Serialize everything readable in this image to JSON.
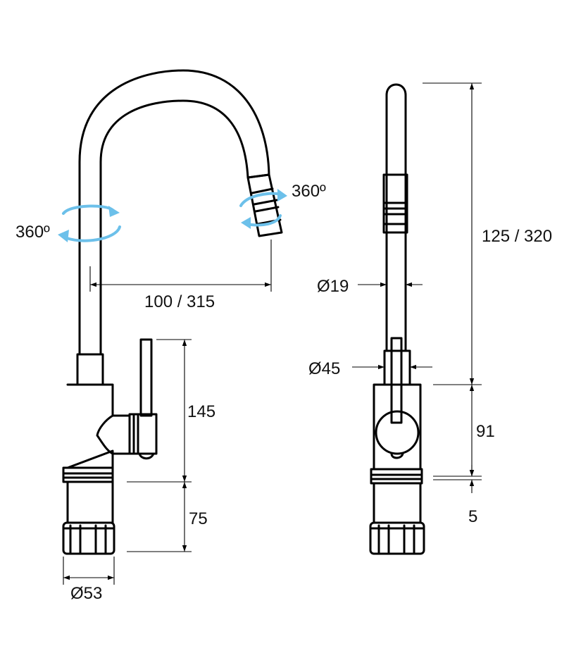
{
  "labels": {
    "rot_left": "360º",
    "rot_right": "360º",
    "reach": "100 / 315",
    "height_body": "145",
    "height_base": "75",
    "base_diameter": "Ø53",
    "spout_diameter": "Ø19",
    "body_diameter": "Ø45",
    "total_height": "125 / 320",
    "side_body": "91",
    "side_ring": "5"
  }
}
